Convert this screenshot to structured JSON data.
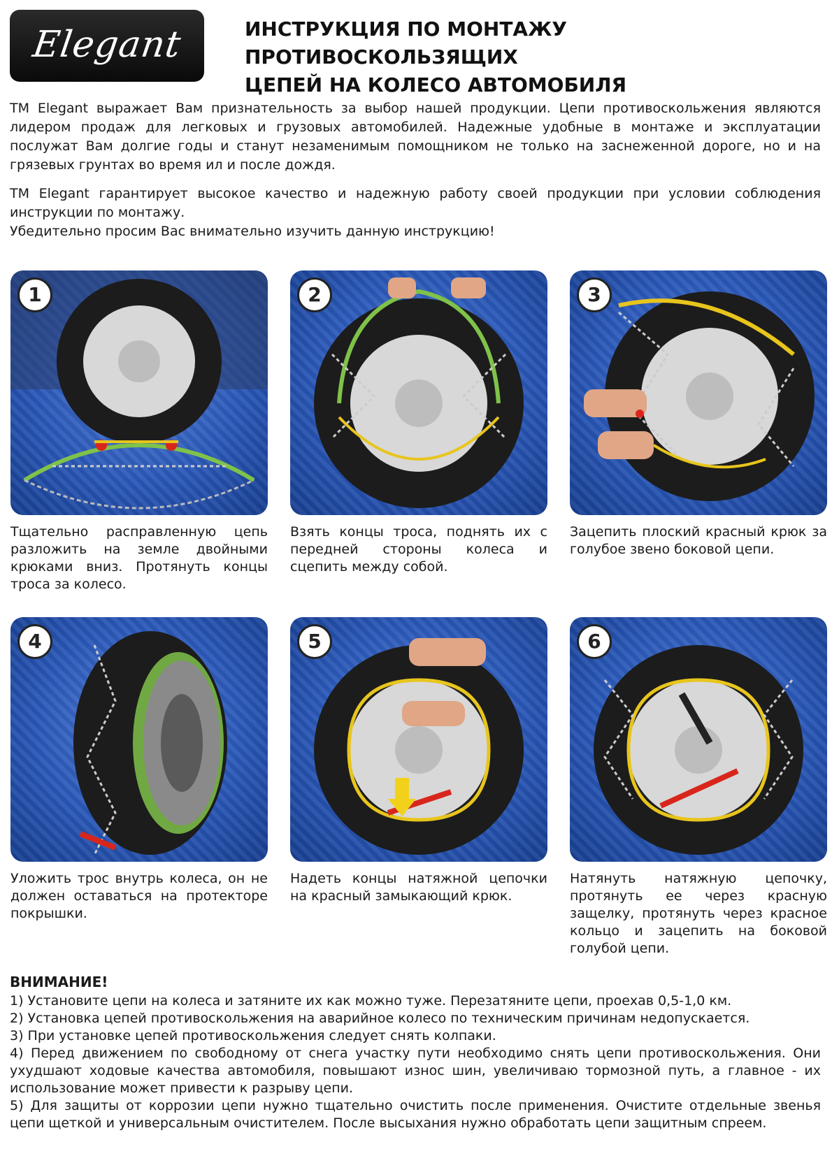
{
  "brand": {
    "logo_text": "Elegant"
  },
  "header": {
    "title_line1": "ИНСТРУКЦИЯ ПО МОНТАЖУ ПРОТИВОСКОЛЬЗЯЩИХ",
    "title_line2": "ЦЕПЕЙ НА КОЛЕСО АВТОМОБИЛЯ"
  },
  "intro": {
    "p1": "TM Elegant выражает Вам признательность за выбор нашей продукции. Цепи противоскольжения являются лидером продаж для легковых и грузовых автомобилей. Надежные удобные в монтаже и эксплуатации послужат Вам долгие годы и станут незаменимым помощником не только на заснеженной дороге, но и на грязевых грунтах во время ил и после дождя.",
    "p2": "TM Elegant гарантирует высокое качество и надежную работу своей продукции при условии соблюдения инструкции по монтажу.",
    "p3": "Убедительно просим Вас внимательно изучить данную инструкцию!"
  },
  "steps": [
    {
      "num": "1",
      "caption": "Тщательно расправленную цепь разложить на земле двойными крюками вниз. Протянуть концы троса за колесо."
    },
    {
      "num": "2",
      "caption": "Взять концы троса, поднять их с передней стороны колеса и сцепить между собой."
    },
    {
      "num": "3",
      "caption": "Зацепить плоский красный крюк за голубое звено боковой цепи."
    },
    {
      "num": "4",
      "caption": "Уложить трос внутрь колеса, он не должен оставаться на протекторе покрышки."
    },
    {
      "num": "5",
      "caption": "Надеть концы натяжной цепочки на красный замыкающий крюк."
    },
    {
      "num": "6",
      "caption": "Натянуть натяжную цепочку, протянуть ее через красную защелку, протянуть через красное кольцо и зацепить на боковой голубой цепи."
    }
  ],
  "warning": {
    "heading": "ВНИМАНИЕ!",
    "items": [
      "1) Установите цепи на колеса и затяните их как можно туже. Перезатяните цепи, проехав 0,5-1,0 км.",
      "2) Установка цепей противоскольжения на аварийное колесо по техническим причинам недопускается.",
      "3) При установке цепей противоскольжения следует снять колпаки.",
      "4) Перед движением по свободному от снега участку пути необходимо снять цепи противоскольжения. Они ухудшают ходовые качества автомобиля, повышают износ шин, увеличиваю тормозной путь, а главное - их использование может привести к разрыву цепи.",
      "5) Для защиты от коррозии цепи нужно тщательно очистить после применения. Очистите отдельные звенья цепи щеткой и универсальным очистителем. После высыхания нужно обработать цепи защитным спреем."
    ]
  },
  "colors": {
    "photo_bg": "#2a58b8",
    "chain_yellow": "#e8c51c",
    "chain_red": "#d9261c",
    "cable_green": "#7fc24a"
  }
}
